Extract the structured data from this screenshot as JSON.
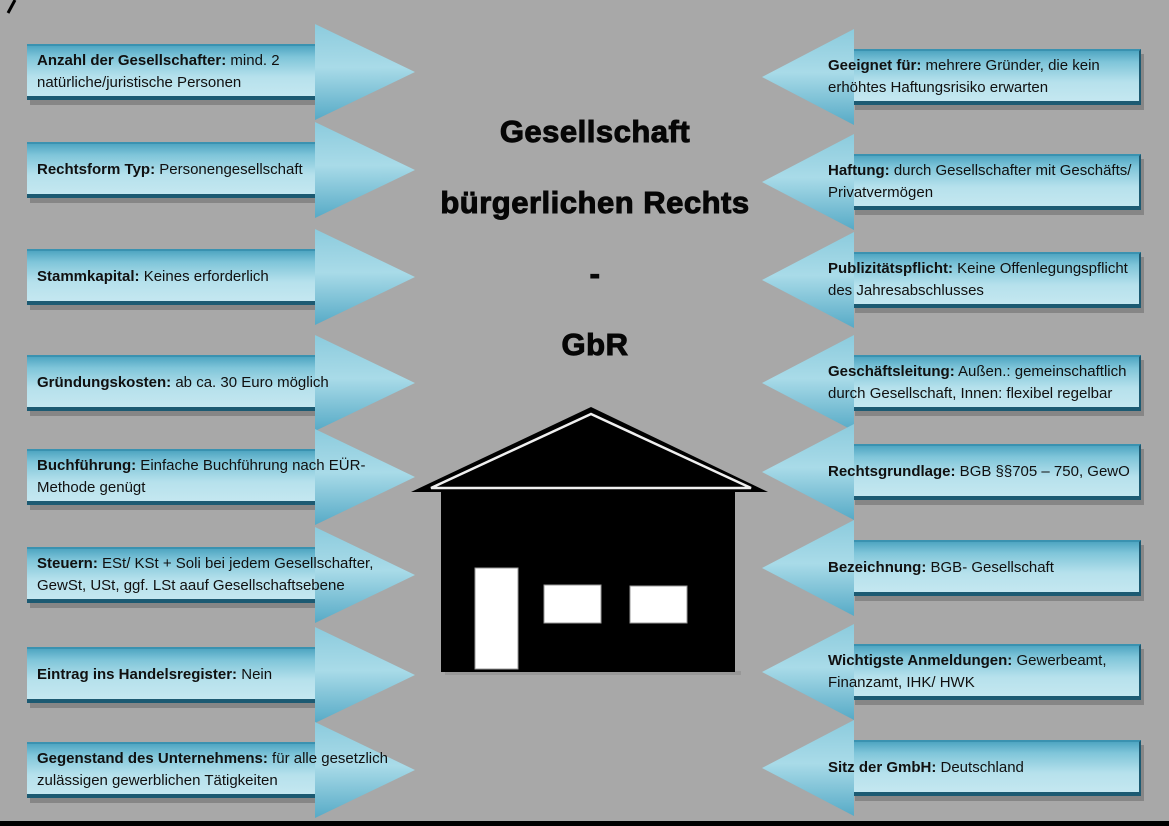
{
  "title": {
    "lines": [
      "Gesellschaft",
      "bürgerlichen Rechts",
      "-",
      "GbR"
    ]
  },
  "left_arrows": [
    {
      "label": "Anzahl der Gesellschafter:",
      "text": " mind. 2 natürliche/juristische Personen"
    },
    {
      "label": "Rechtsform Typ:",
      "text": " Personengesellschaft"
    },
    {
      "label": "Stammkapital:",
      "text": " Keines erforderlich"
    },
    {
      "label": "Gründungskosten:",
      "text": " ab ca. 30 Euro möglich"
    },
    {
      "label": "Buchführung:",
      "text": " Einfache Buchführung nach EÜR- Methode genügt"
    },
    {
      "label": "Steuern:",
      "text": " ESt/ KSt + Soli bei jedem Gesellschafter, GewSt, USt, ggf. LSt aauf Gesellschaftsebene"
    },
    {
      "label": "Eintrag ins Handelsregister:",
      "text": " Nein"
    },
    {
      "label": "Gegenstand des Unternehmens:",
      "text": " für alle gesetzlich zulässigen gewerblichen Tätigkeiten"
    }
  ],
  "right_arrows": [
    {
      "label": "Geeignet für:",
      "text": " mehrere Gründer, die kein erhöhtes Haftungsrisiko erwarten"
    },
    {
      "label": "Haftung:",
      "text": "  durch Gesellschafter mit Geschäfts/ Privatvermögen"
    },
    {
      "label": "Publizitätspflicht:",
      "text": " Keine Offenlegungspflicht des Jahresabschlusses"
    },
    {
      "label": "Geschäftsleitung:",
      "text": " Außen.: gemeinschaftlich durch Gesellschaft, Innen: flexibel regelbar"
    },
    {
      "label": "Rechtsgrundlage:",
      "text": " BGB §§705 – 750, GewO"
    },
    {
      "label": "Bezeichnung:",
      "text": " BGB- Gesellschaft"
    },
    {
      "label": "Wichtigste Anmeldungen:",
      "text": " Gewerbeamt, Finanzamt, IHK/ HWK"
    },
    {
      "label": "Sitz der GmbH:",
      "text": " Deutschland"
    }
  ],
  "house": {
    "name": "house-silhouette"
  },
  "colors": {
    "background": "#a8a8a8",
    "arrow_top": "#4fa6c2",
    "arrow_light": "#c4e7f0",
    "arrow_edge_dark": "#1c5a72",
    "house": "#000000",
    "window_door": "#ffffff",
    "text": "#101010",
    "bottom_bar": "#000000"
  }
}
